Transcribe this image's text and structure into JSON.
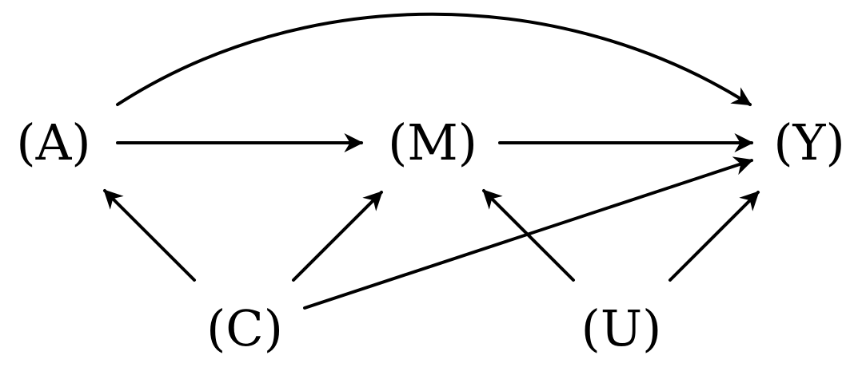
{
  "diagram": {
    "type": "directed-acyclic-graph",
    "nodes": [
      {
        "id": "A",
        "label": "(A)"
      },
      {
        "id": "M",
        "label": "(M)"
      },
      {
        "id": "Y",
        "label": "(Y)"
      },
      {
        "id": "C",
        "label": "(C)"
      },
      {
        "id": "U",
        "label": "(U)"
      }
    ],
    "edges": [
      {
        "from": "A",
        "to": "Y",
        "style": "curved"
      },
      {
        "from": "A",
        "to": "M",
        "style": "straight"
      },
      {
        "from": "M",
        "to": "Y",
        "style": "straight"
      },
      {
        "from": "C",
        "to": "A",
        "style": "straight"
      },
      {
        "from": "C",
        "to": "M",
        "style": "straight"
      },
      {
        "from": "C",
        "to": "Y",
        "style": "straight"
      },
      {
        "from": "U",
        "to": "M",
        "style": "straight"
      },
      {
        "from": "U",
        "to": "Y",
        "style": "straight"
      }
    ],
    "colors": {
      "stroke": "#000000",
      "text": "#000000",
      "background": "#ffffff"
    }
  }
}
